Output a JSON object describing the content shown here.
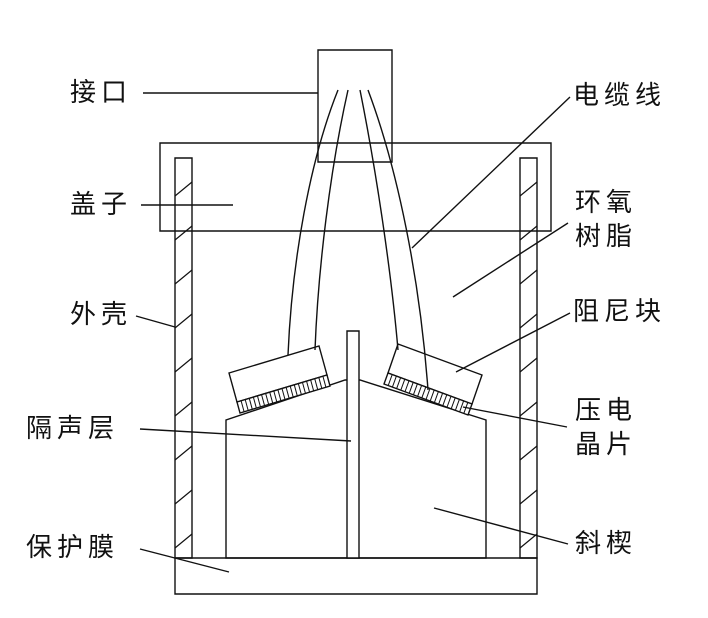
{
  "colors": {
    "stroke": "#111111",
    "background": "#ffffff"
  },
  "labels": {
    "interface": "接口",
    "cover": "盖子",
    "shell": "外壳",
    "sound_barrier": "隔声层",
    "protective_film": "保护膜",
    "cable": "电缆线",
    "epoxy_line1": "环氧",
    "epoxy_line2": "树脂",
    "damping_block": "阻尼块",
    "piezo_line1": "压电",
    "piezo_line2": "晶片",
    "wedge": "斜楔"
  }
}
